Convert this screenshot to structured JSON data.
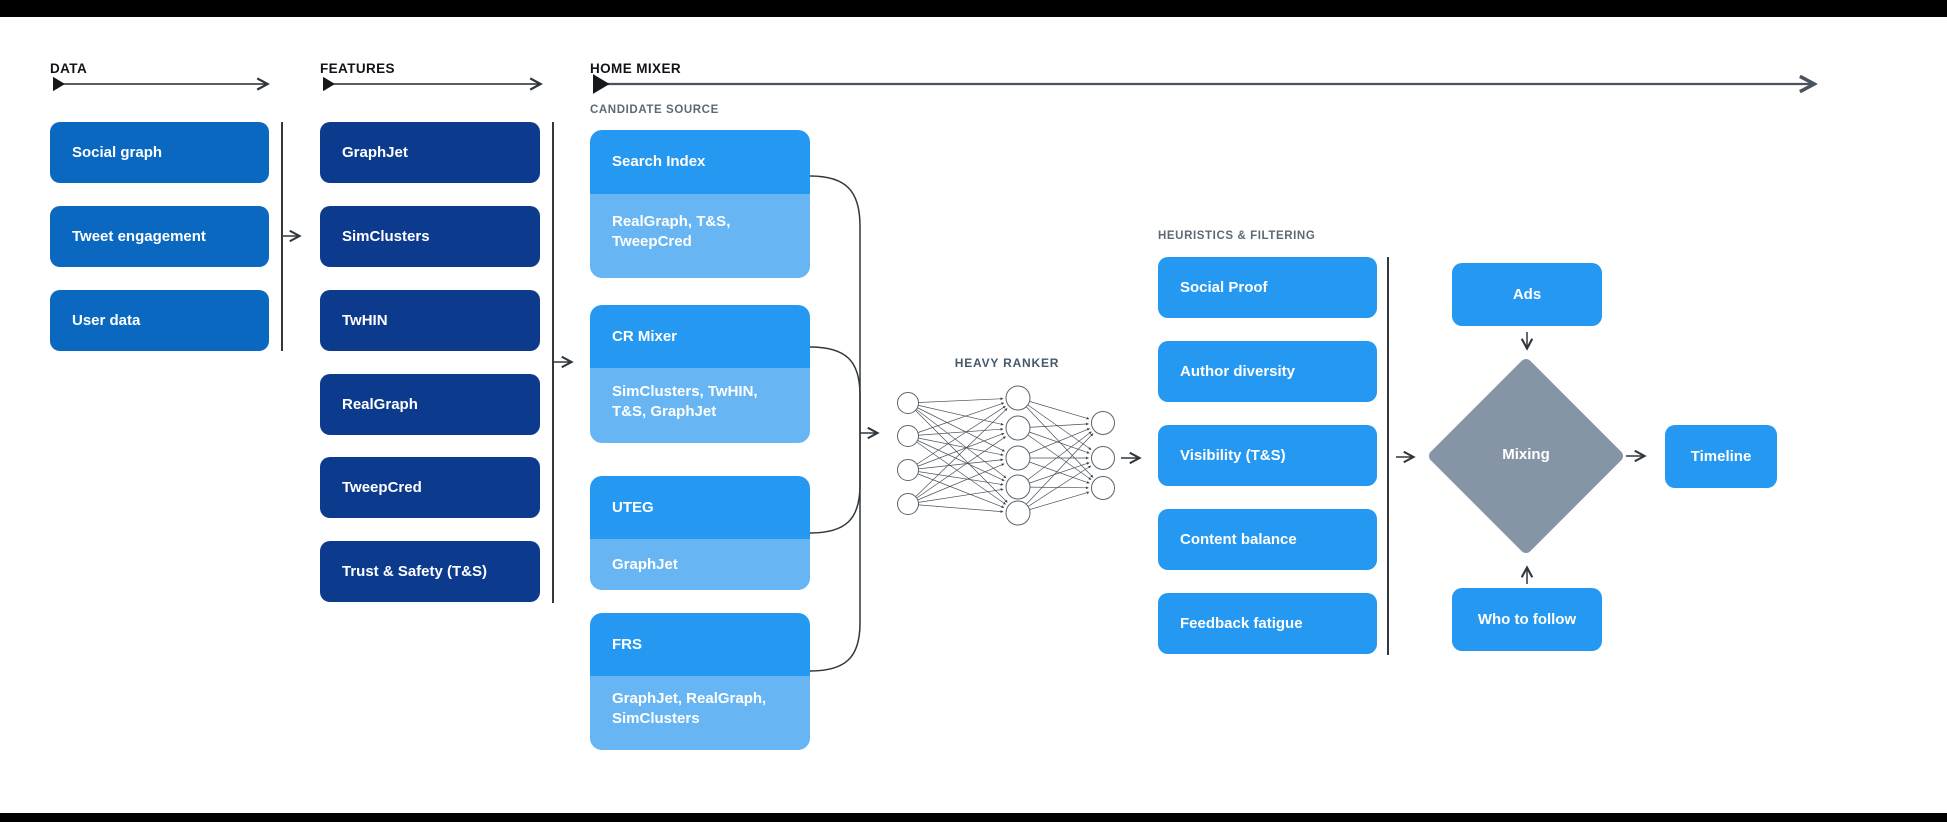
{
  "page": {
    "title": "Twitter Home Mixer algorithm diagram"
  },
  "colors": {
    "data_box": "#0a68c0",
    "features_box": "#0c3b8d",
    "primary_box": "#2598f2",
    "sub_box": "#67b6f3",
    "diamond": "#8595a5",
    "label_dark": "#101418",
    "label_gray": "#5c6a76",
    "heavy_ranker_label": "#47586b",
    "wire": "#2f363c"
  },
  "sections": {
    "data": {
      "label": "DATA",
      "items": [
        "Social graph",
        "Tweet engagement",
        "User data"
      ]
    },
    "features": {
      "label": "FEATURES",
      "items": [
        "GraphJet",
        "SimClusters",
        "TwHIN",
        "RealGraph",
        "TweepCred",
        "Trust & Safety (T&S)"
      ]
    },
    "home_mixer": {
      "label": "HOME MIXER",
      "candidate_source": {
        "label": "CANDIDATE SOURCE",
        "items": [
          {
            "name": "Search Index",
            "sources": "RealGraph, T&S, TweepCred"
          },
          {
            "name": "CR Mixer",
            "sources": "SimClusters, TwHIN, T&S, GraphJet"
          },
          {
            "name": "UTEG",
            "sources": "GraphJet"
          },
          {
            "name": "FRS",
            "sources": "GraphJet, RealGraph, SimClusters"
          }
        ]
      },
      "heavy_ranker": {
        "label": "HEAVY RANKER"
      },
      "heuristics": {
        "label": "HEURISTICS & FILTERING",
        "items": [
          "Social Proof",
          "Author diversity",
          "Visibility (T&S)",
          "Content balance",
          "Feedback fatigue"
        ]
      },
      "output": {
        "ads": "Ads",
        "mixing": "Mixing",
        "who_to_follow": "Who to follow",
        "timeline": "Timeline"
      }
    }
  }
}
